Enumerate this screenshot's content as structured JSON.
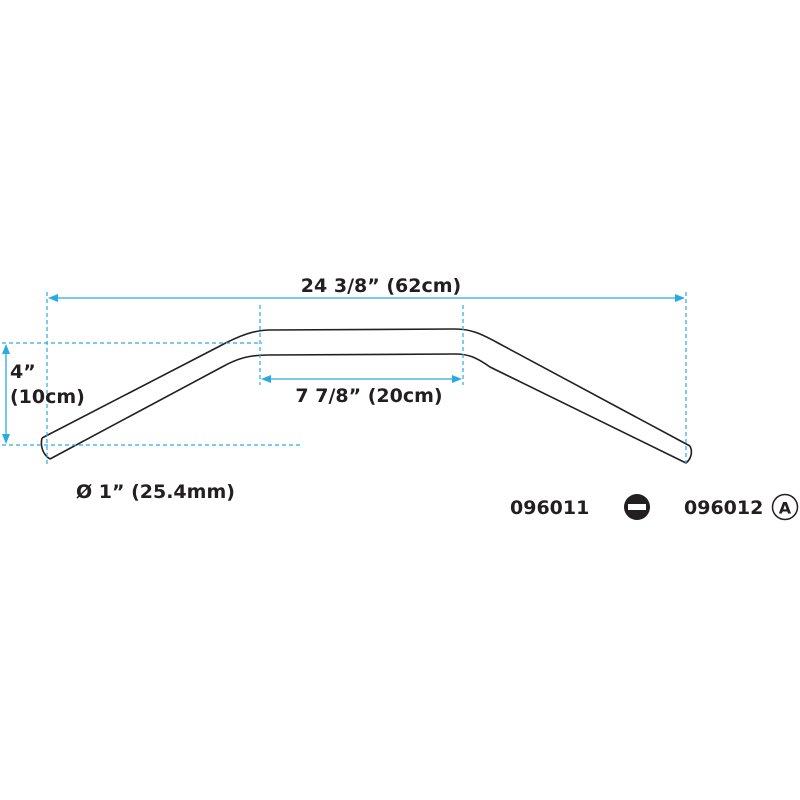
{
  "drawing": {
    "overall_width": "24 3/8” (62cm)",
    "center_width": "7 7/8” (20cm)",
    "rise_inch": "4”",
    "rise_cm": "(10cm)",
    "diameter": "Ø 1” (25.4mm)"
  },
  "part_numbers": [
    {
      "number": "096011",
      "badge_icon": "minus-circle-icon",
      "badge_text": ""
    },
    {
      "number": "096012",
      "badge_icon": "letter-a-circle-icon",
      "badge_text": "A"
    }
  ],
  "colors": {
    "dimension": "#29abe2",
    "outline": "#231f20"
  }
}
